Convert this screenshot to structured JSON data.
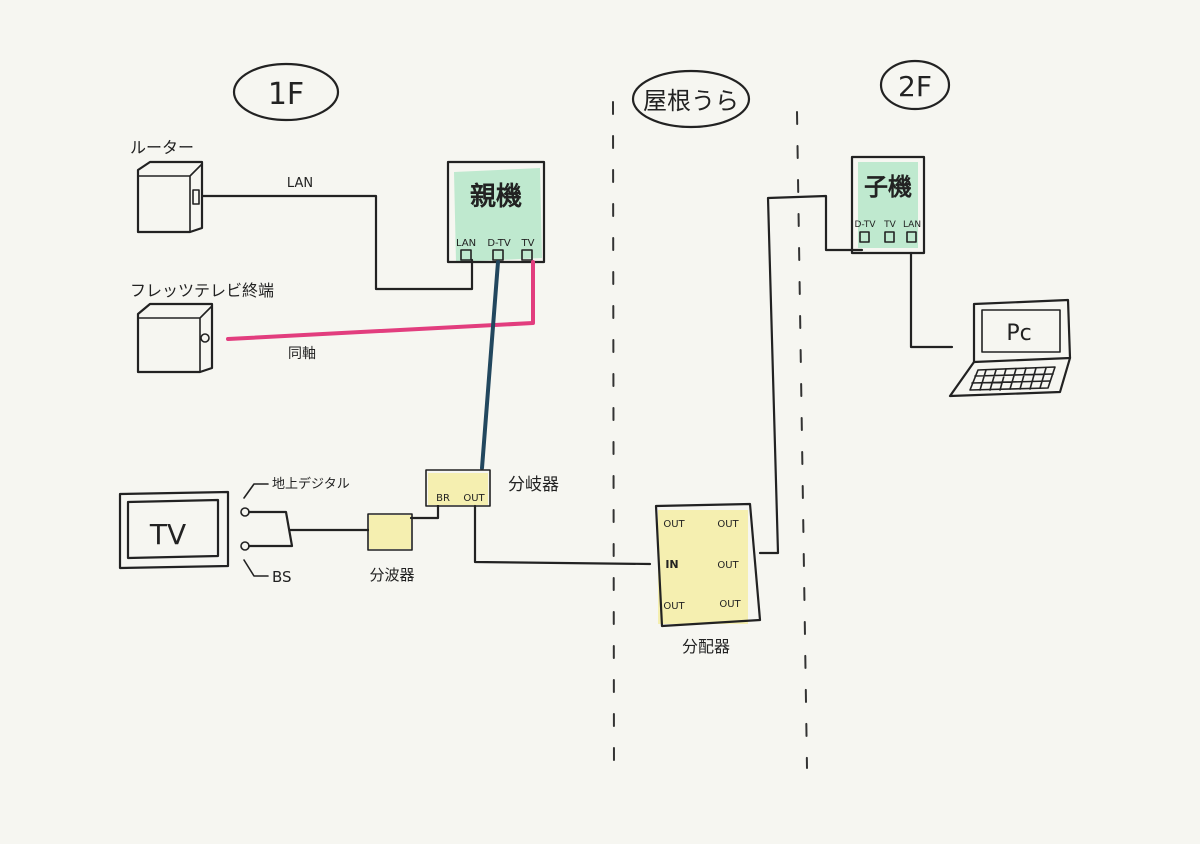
{
  "floors": {
    "first": "1F",
    "roof": "屋根うら",
    "second": "2F"
  },
  "devices": {
    "router": "ルーター",
    "flets_terminal": "フレッツテレビ終端",
    "parent_unit": "親機",
    "child_unit": "子機",
    "tv": "TV",
    "pc": "Pc",
    "branch": "分岐器",
    "wave_splitter": "分波器",
    "distributor": "分配器"
  },
  "labels": {
    "lan_cable": "LAN",
    "coax_cable": "同軸",
    "terrestrial": "地上デジタル",
    "bs": "BS"
  },
  "ports": {
    "parent": [
      "LAN",
      "D-TV",
      "TV"
    ],
    "child": [
      "D-TV",
      "TV",
      "LAN"
    ],
    "branch": [
      "BR",
      "OUT"
    ],
    "distributor": [
      "OUT",
      "OUT",
      "IN",
      "OUT",
      "OUT",
      "OUT"
    ]
  },
  "colors": {
    "parent_fill": "#bfe9cf",
    "yellow_fill": "#f5efb0",
    "coax_pink": "#e23d7e",
    "coax_blue": "#22475e"
  }
}
